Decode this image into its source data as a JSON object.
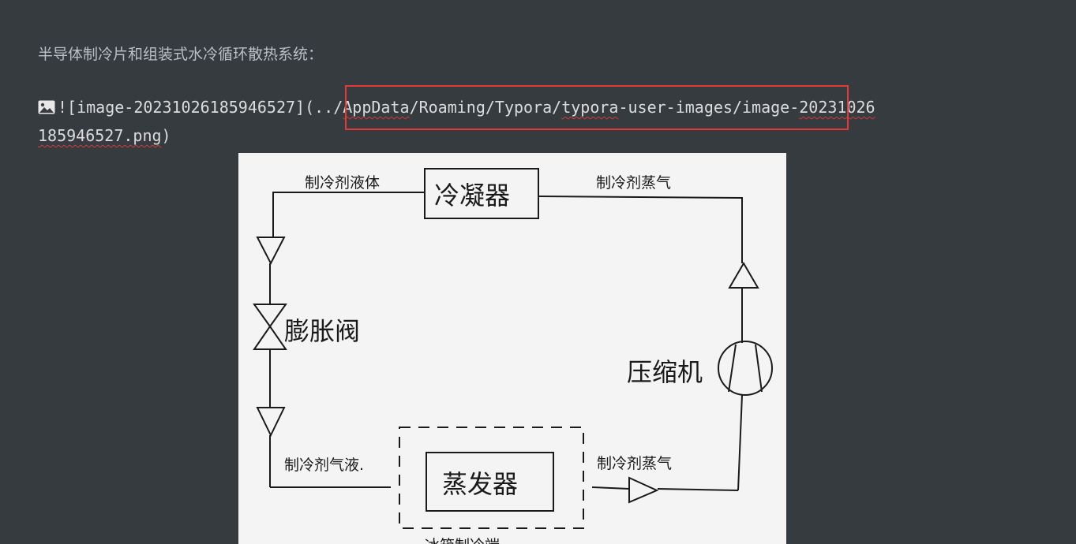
{
  "editor": {
    "paragraph_text": "半导体制冷片和组装式水冷循环散热系统：",
    "markdown_image": {
      "icon": "image-icon",
      "prefix": "![",
      "alt": "image-20231026185946527",
      "mid": "](",
      "path_dots": "../",
      "path_part1": "AppData",
      "path_sep1": "/Roaming/Typora/",
      "path_part2": "typora",
      "path_part3": "-user-images/image-",
      "path_part4": "20231026",
      "line2_part1": "185946527.png",
      "line2_close": ")"
    }
  },
  "diagram": {
    "condenser": "冷凝器",
    "refrigerant_liquid": "制冷剂液体",
    "refrigerant_vapor_top": "制冷剂蒸气",
    "expansion_valve": "膨胀阀",
    "compressor": "压缩机",
    "refrigerant_gas_liquid": "制冷剂气液.",
    "evaporator": "蒸发器",
    "refrigerant_vapor_bottom": "制冷剂蒸气",
    "bottom_partial": "冰箱制冷端"
  },
  "colors": {
    "background": "#363b40",
    "highlight_border": "#e03a3a",
    "spellcheck_underline": "#d23b3b"
  }
}
